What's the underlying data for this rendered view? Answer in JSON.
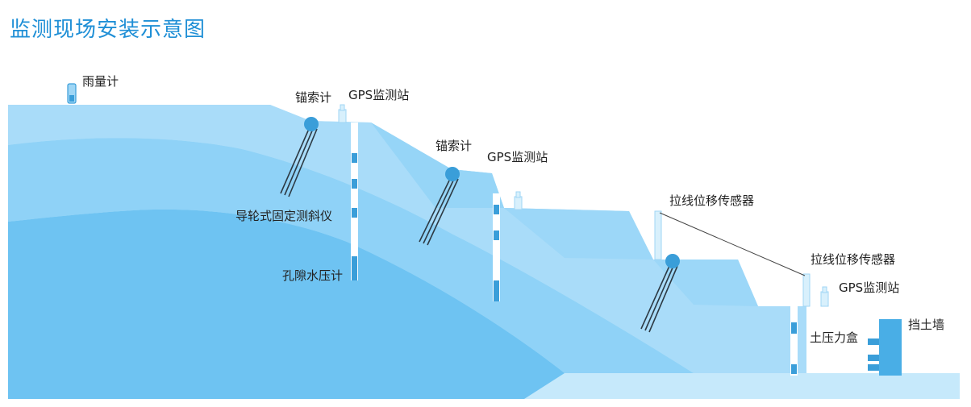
{
  "title": "监测现场安装示意图",
  "labels": {
    "rain_gauge": "雨量计",
    "anchor_1": "锚索计",
    "gps_1": "GPS监测站",
    "inclinometer": "导轮式固定测斜仪",
    "piezometer": "孔隙水压计",
    "anchor_2": "锚索计",
    "gps_2": "GPS监测站",
    "wire_sensor_1": "拉线位移传感器",
    "wire_sensor_2": "拉线位移传感器",
    "gps_3": "GPS监测站",
    "earth_pressure": "土压力盒",
    "retaining_wall": "挡土墙"
  },
  "colors": {
    "title": "#1f8fd6",
    "layer_top": "#a9dcf9",
    "layer_mid": "#8fd2f7",
    "layer_bottom": "#6ec3f2",
    "layer_light": "#c6e9fb",
    "sensor_dark": "#3a9ed9",
    "wall": "#49aee6",
    "pole": "#ffffff"
  },
  "icons": {
    "rain_gauge": "rain-gauge-icon",
    "gps": "gps-station-icon",
    "anchor": "anchor-cable-icon",
    "wall": "retaining-wall-icon"
  }
}
